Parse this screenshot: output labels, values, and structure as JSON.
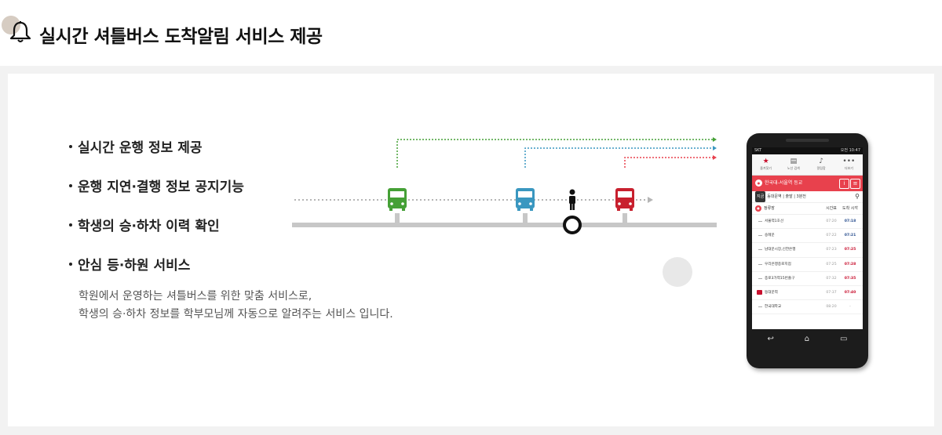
{
  "header": {
    "title": "실시간 셔틀버스 도착알림 서비스 제공",
    "icon": "bell-icon"
  },
  "features": [
    "실시간 운행 정보 제공",
    "운행 지연·결행 정보 공지기능",
    "학생의 승·하차 이력 확인",
    "안심 등·하원 서비스"
  ],
  "description": [
    "학원에서 운영하는 셔틀버스를 위한 맞춤 서비스로,",
    "학생의  승·하차  정보를 학부모님께 자동으로 알려주는 서비스 입니다."
  ],
  "colors": {
    "green": "#45a036",
    "blue": "#3a97c0",
    "red": "#c8202e",
    "accent": "#e8414d"
  },
  "phone": {
    "status_left": "SKT",
    "status_right": "오전 10:47",
    "nav": [
      {
        "label": "즐겨찾기",
        "icon": "star-icon"
      },
      {
        "label": "노선 검색",
        "icon": "book-icon"
      },
      {
        "label": "알림함",
        "icon": "bell-icon"
      },
      {
        "label": "더보기",
        "icon": "more-icon"
      }
    ],
    "route_title": "한국대-서울역 등교",
    "sub_tag": "지금",
    "sub_text": "동대문역 | 출발 | 3분전",
    "table_head": {
      "name": "정류장",
      "time": "시간표",
      "arrival": "도착 시각"
    },
    "rows": [
      {
        "name": "서울역1호선",
        "time": "07:20",
        "arrival": "07:18"
      },
      {
        "name": "숭례문",
        "time": "07:22",
        "arrival": "07:21"
      },
      {
        "name": "남대문시장,신한은행",
        "time": "07:23",
        "arrival": "07:25"
      },
      {
        "name": "우리은행종로지점",
        "time": "07:25",
        "arrival": "07:28"
      },
      {
        "name": "종로3가역15번출구",
        "time": "07:32",
        "arrival": "07:35"
      },
      {
        "name": "동대문역",
        "time": "07:37",
        "arrival": "07:40"
      },
      {
        "name": "한국대학교",
        "time": "08:20",
        "arrival": "-"
      }
    ]
  }
}
